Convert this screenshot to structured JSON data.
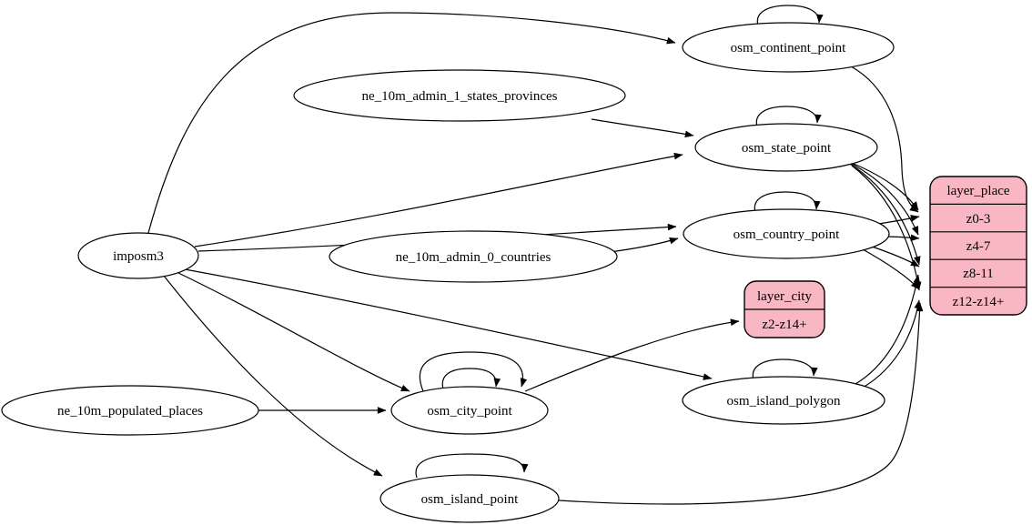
{
  "diagram": {
    "type": "etl-graph",
    "colors": {
      "background": "#ffffff",
      "edge": "#000000",
      "node_fill": "#ffffff",
      "node_stroke": "#000000",
      "record_fill": "#f9b7c4",
      "record_stroke": "#000000",
      "text": "#000000"
    },
    "nodes": {
      "imposm3": {
        "label": "imposm3",
        "shape": "ellipse"
      },
      "ne_10m_admin_1_states_provinces": {
        "label": "ne_10m_admin_1_states_provinces",
        "shape": "ellipse"
      },
      "ne_10m_admin_0_countries": {
        "label": "ne_10m_admin_0_countries",
        "shape": "ellipse"
      },
      "ne_10m_populated_places": {
        "label": "ne_10m_populated_places",
        "shape": "ellipse"
      },
      "osm_continent_point": {
        "label": "osm_continent_point",
        "shape": "ellipse"
      },
      "osm_state_point": {
        "label": "osm_state_point",
        "shape": "ellipse"
      },
      "osm_country_point": {
        "label": "osm_country_point",
        "shape": "ellipse"
      },
      "osm_city_point": {
        "label": "osm_city_point",
        "shape": "ellipse"
      },
      "osm_island_polygon": {
        "label": "osm_island_polygon",
        "shape": "ellipse"
      },
      "osm_island_point": {
        "label": "osm_island_point",
        "shape": "ellipse"
      }
    },
    "records": {
      "layer_place": {
        "title": "layer_place",
        "rows": [
          "z0-3",
          "z4-7",
          "z8-11",
          "z12-z14+"
        ]
      },
      "layer_city": {
        "title": "layer_city",
        "rows": [
          "z2-z14+"
        ]
      }
    },
    "edges": [
      {
        "from": "imposm3",
        "to": "osm_continent_point"
      },
      {
        "from": "imposm3",
        "to": "osm_state_point"
      },
      {
        "from": "imposm3",
        "to": "osm_country_point"
      },
      {
        "from": "imposm3",
        "to": "osm_city_point"
      },
      {
        "from": "imposm3",
        "to": "osm_island_polygon"
      },
      {
        "from": "imposm3",
        "to": "osm_island_point"
      },
      {
        "from": "ne_10m_admin_1_states_provinces",
        "to": "osm_state_point"
      },
      {
        "from": "ne_10m_admin_0_countries",
        "to": "osm_country_point"
      },
      {
        "from": "ne_10m_populated_places",
        "to": "osm_city_point"
      },
      {
        "from": "osm_continent_point",
        "to": "osm_continent_point",
        "self_loop": true
      },
      {
        "from": "osm_state_point",
        "to": "osm_state_point",
        "self_loop": true
      },
      {
        "from": "osm_country_point",
        "to": "osm_country_point",
        "self_loop": true
      },
      {
        "from": "osm_city_point",
        "to": "osm_city_point",
        "self_loop": true
      },
      {
        "from": "osm_city_point",
        "to": "osm_city_point",
        "self_loop": true
      },
      {
        "from": "osm_island_polygon",
        "to": "osm_island_polygon",
        "self_loop": true
      },
      {
        "from": "osm_island_point",
        "to": "osm_island_point",
        "self_loop": true
      },
      {
        "from": "osm_continent_point",
        "to": "layer_place",
        "port": "z0-3"
      },
      {
        "from": "osm_state_point",
        "to": "layer_place",
        "port": "z0-3"
      },
      {
        "from": "osm_state_point",
        "to": "layer_place",
        "port": "z4-7"
      },
      {
        "from": "osm_state_point",
        "to": "layer_place",
        "port": "z8-11"
      },
      {
        "from": "osm_state_point",
        "to": "layer_place",
        "port": "z12-z14+"
      },
      {
        "from": "osm_country_point",
        "to": "layer_place",
        "port": "z0-3"
      },
      {
        "from": "osm_country_point",
        "to": "layer_place",
        "port": "z4-7"
      },
      {
        "from": "osm_country_point",
        "to": "layer_place",
        "port": "z8-11"
      },
      {
        "from": "osm_country_point",
        "to": "layer_place",
        "port": "z12-z14+"
      },
      {
        "from": "osm_city_point",
        "to": "layer_city",
        "port": "z2-z14+"
      },
      {
        "from": "osm_island_polygon",
        "to": "layer_place",
        "port": "z8-11"
      },
      {
        "from": "osm_island_polygon",
        "to": "layer_place",
        "port": "z12-z14+"
      },
      {
        "from": "osm_island_point",
        "to": "layer_place",
        "port": "z12-z14+"
      }
    ]
  }
}
